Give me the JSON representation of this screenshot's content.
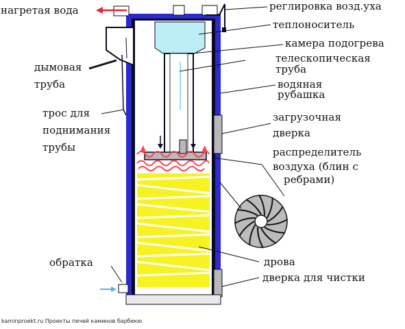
{
  "colors": {
    "outer_jacket": "#2a2ad0",
    "inner_wall": "#0a0a20",
    "coolant": "#bdeef5",
    "firewood": "#f7f222",
    "firewood_stripe": "#ffffff",
    "flame": "#ff4050",
    "hot_water_arrow": "#e8232a",
    "return_arrow": "#56b3e6",
    "door": "#b8b8b8",
    "base": "#eaeaea",
    "air_flow": "#93e3ee"
  },
  "labels": {
    "hot_water": "нагретая вода",
    "air_regulation": "реглировка возд.уха",
    "coolant": "теплоноситель",
    "preheat_chamber": "камера подогрева",
    "telescopic_pipe": [
      "телескопическая",
      "труба"
    ],
    "smoke_pipe": [
      "дымовая",
      "труба"
    ],
    "water_jacket": [
      "водяная",
      "рубашка"
    ],
    "lift_cable": [
      "трос для",
      "поднимания",
      "трубы"
    ],
    "loading_door": [
      "загрузочная",
      "дверка"
    ],
    "air_distributor": [
      "распределитель",
      "воздуха (блин с",
      "ребрами)"
    ],
    "return_line": "обратка",
    "firewood": "дрова",
    "cleaning_door": "дверка для чистки"
  },
  "footer": "kaminproekt.ru Проекты печей каминов барбекю"
}
